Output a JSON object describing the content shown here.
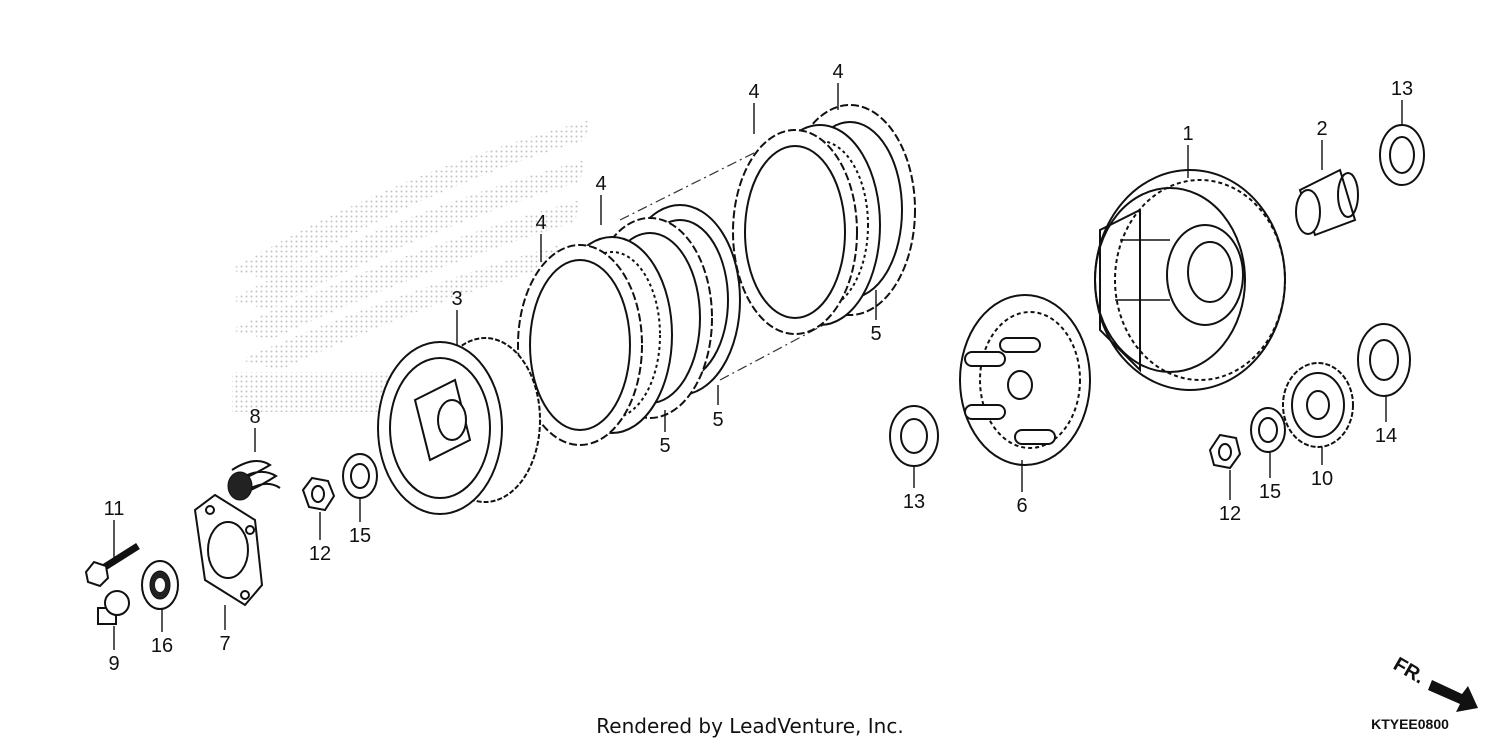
{
  "diagram": {
    "footer": "Rendered by LeadVenture, Inc.",
    "code": "KTYEE0800",
    "fr_label": "FR."
  },
  "callouts": [
    {
      "id": "c1",
      "text": "1"
    },
    {
      "id": "c2",
      "text": "2"
    },
    {
      "id": "c3",
      "text": "3"
    },
    {
      "id": "c4a",
      "text": "4"
    },
    {
      "id": "c4b",
      "text": "4"
    },
    {
      "id": "c4c",
      "text": "4"
    },
    {
      "id": "c4d",
      "text": "4"
    },
    {
      "id": "c5a",
      "text": "5"
    },
    {
      "id": "c5b",
      "text": "5"
    },
    {
      "id": "c5c",
      "text": "5"
    },
    {
      "id": "c6",
      "text": "6"
    },
    {
      "id": "c7",
      "text": "7"
    },
    {
      "id": "c8",
      "text": "8"
    },
    {
      "id": "c9",
      "text": "9"
    },
    {
      "id": "c10",
      "text": "10"
    },
    {
      "id": "c11",
      "text": "11"
    },
    {
      "id": "c12a",
      "text": "12"
    },
    {
      "id": "c12b",
      "text": "12"
    },
    {
      "id": "c13a",
      "text": "13"
    },
    {
      "id": "c13b",
      "text": "13"
    },
    {
      "id": "c14",
      "text": "14"
    },
    {
      "id": "c15a",
      "text": "15"
    },
    {
      "id": "c15b",
      "text": "15"
    },
    {
      "id": "c16",
      "text": "16"
    }
  ]
}
